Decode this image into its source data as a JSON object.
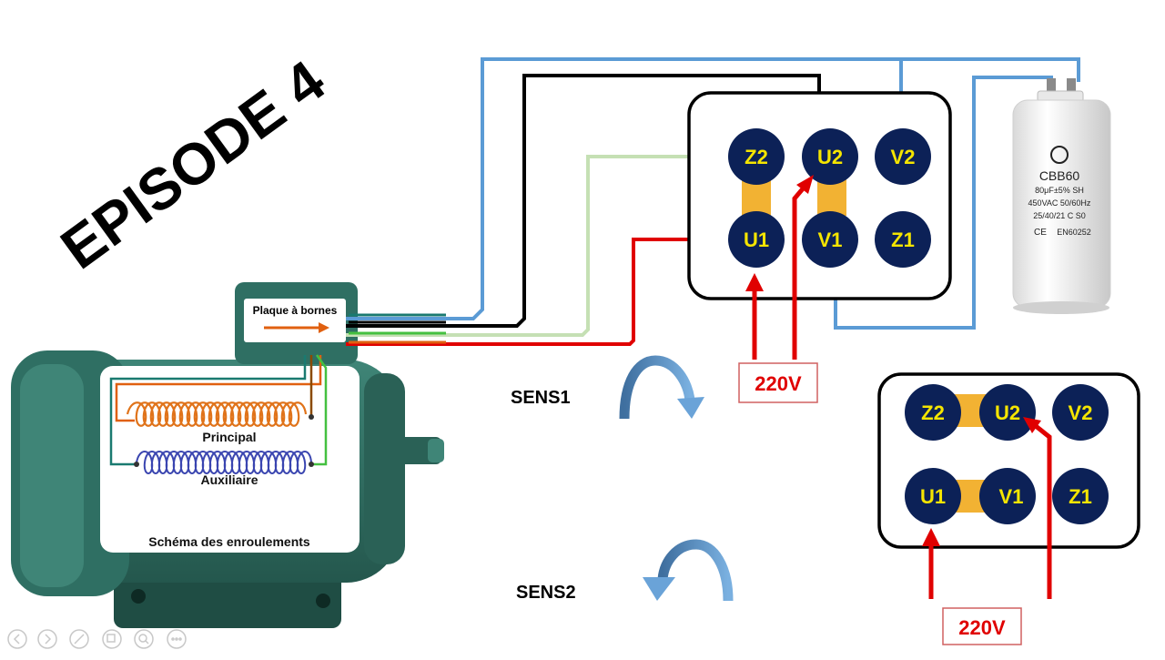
{
  "title": "EPISODE 4",
  "motor": {
    "plate_label": "Plaque à bornes",
    "winding_main": "Principal",
    "winding_aux": "Auxiliaire",
    "scheme_caption": "Schéma des enroulements"
  },
  "board1": {
    "terminals": [
      "Z2",
      "U2",
      "V2",
      "U1",
      "V1",
      "Z1"
    ],
    "voltage": "220V",
    "direction": "SENS1"
  },
  "board2": {
    "terminals": [
      "Z2",
      "U2",
      "V2",
      "U1",
      "V1",
      "Z1"
    ],
    "voltage": "220V",
    "direction": "SENS2"
  },
  "capacitor": {
    "model": "CBB60",
    "spec1": "80μF±5%  SH",
    "spec2": "450VAC  50/60Hz",
    "spec3": "25/40/21  C  S0",
    "spec4": "EN60252"
  },
  "colors": {
    "terminal_fill": "#0c2157",
    "terminal_text": "#f5e500",
    "bridge": "#f2b233",
    "wire_red": "#e00000",
    "wire_blue": "#5b9bd5",
    "wire_lightgreen": "#c5e0b4",
    "wire_black": "#000000",
    "motor_body": "#2f6f63"
  }
}
